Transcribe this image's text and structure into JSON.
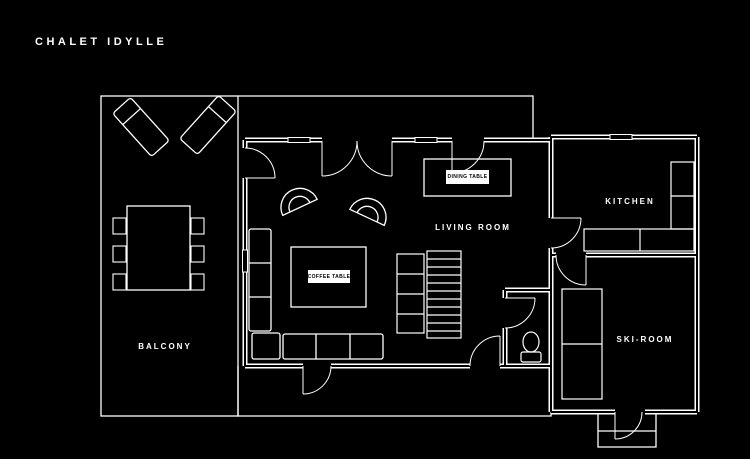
{
  "title": "CHALET IDYLLE",
  "rooms": {
    "balcony": "BALCONY",
    "living_room": "LIVING ROOM",
    "kitchen": "KITCHEN",
    "ski_room": "SKI-ROOM"
  },
  "furniture_labels": {
    "coffee_table": "COFFEE TABLE",
    "dining_table": "DINING TABLE"
  },
  "colors": {
    "background": "#000000",
    "line": "#ffffff"
  }
}
